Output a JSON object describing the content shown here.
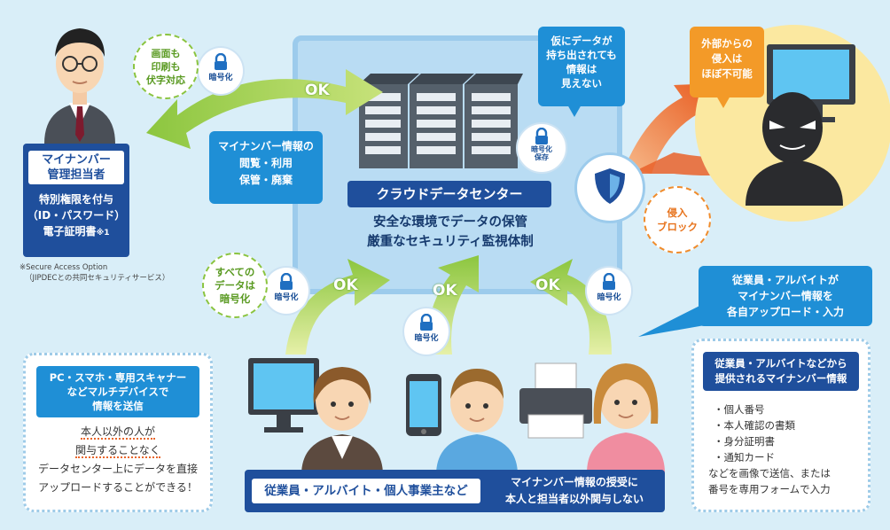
{
  "admin": {
    "title_line1": "マイナンバー",
    "title_line2": "管理担当者",
    "desc_line1": "特別権限を付与",
    "desc_line2": "（ID・パスワード）",
    "desc_line3": "電子証明書",
    "desc_note": "※1",
    "footnote_line1": "※Secure Access Option",
    "footnote_line2": "（JIPDECとの共同セキュリティサービス）"
  },
  "screen_print": {
    "line1": "画面も",
    "line2": "印刷も",
    "line3": "伏字対応"
  },
  "encrypt_label": "暗号化",
  "encrypt_store_line1": "暗号化",
  "encrypt_store_line2": "保存",
  "ok_label": "OK",
  "mynumber_info": {
    "line1": "マイナンバー情報の",
    "line2": "閲覧・利用",
    "line3": "保管・廃棄"
  },
  "datacenter": {
    "title": "クラウドデータセンター",
    "line1": "安全な環境でデータの保管",
    "line2": "厳重なセキュリティ監視体制"
  },
  "leak_bubble": {
    "line1": "仮にデータが",
    "line2": "持ち出されても",
    "line3": "情報は",
    "line4": "見えない"
  },
  "intrusion_bubble": {
    "line1": "外部からの",
    "line2": "侵入は",
    "line3": "ほぼ不可能"
  },
  "block_circle": {
    "line1": "侵入",
    "line2": "ブロック"
  },
  "all_encrypted": {
    "line1": "すべての",
    "line2": "データは",
    "line3": "暗号化"
  },
  "employees_upload": {
    "line1": "従業員・アルバイトが",
    "line2": "マイナンバー情報を",
    "line3": "各自アップロード・入力"
  },
  "multi_device": {
    "header_line1": "PC・スマホ・専用スキャナー",
    "header_line2": "などマルチデバイスで",
    "header_line3": "情報を送信",
    "body_line1": "本人以外の人が",
    "body_line2": "関与することなく",
    "body_line3": "データセンター上にデータを直接",
    "body_line4": "アップロードすることができる！"
  },
  "provided_info": {
    "header_line1": "従業員・アルバイトなどから",
    "header_line2": "提供されるマイナンバー情報",
    "items": [
      "・個人番号",
      "・本人確認の書類",
      "・身分証明書",
      "・通知カード"
    ],
    "footer_line1": "などを画像で送信、または",
    "footer_line2": "番号を専用フォームで入力"
  },
  "bottom_bar": {
    "left": "従業員・アルバイト・個人事業主など",
    "right_line1": "マイナンバー情報の授受に",
    "right_line2": "本人と担当者以外関与しない"
  },
  "colors": {
    "navy": "#1f4f9c",
    "blue": "#1f8fd6",
    "green": "#8bc43f",
    "orange": "#f08c2c",
    "background": "#d9eef8"
  }
}
